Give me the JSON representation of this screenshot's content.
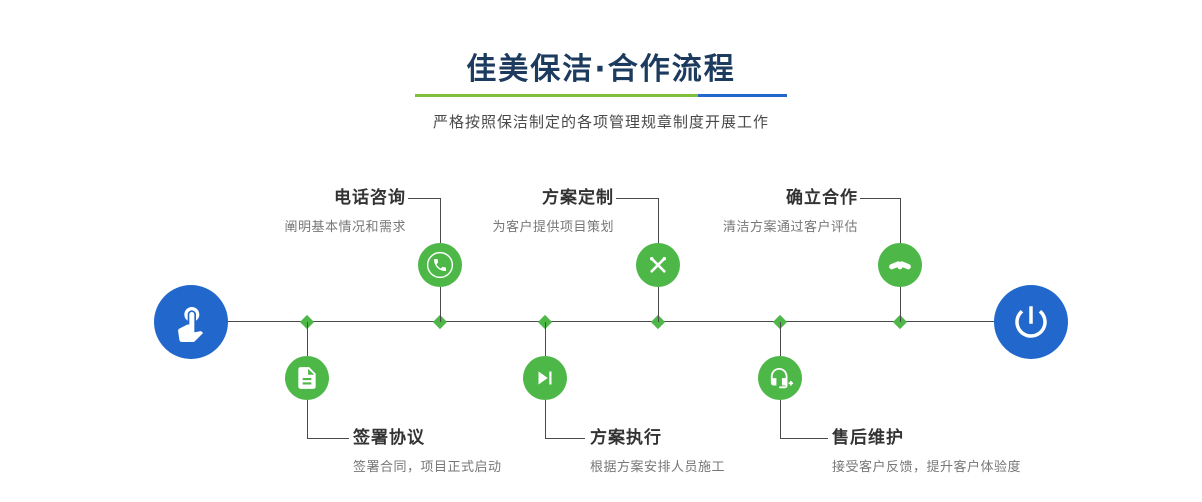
{
  "header": {
    "title": "佳美保洁·合作流程",
    "subtitle": "严格按照保洁制定的各项管理规章制度开展工作"
  },
  "colors": {
    "title_navy": "#1c3b5e",
    "divider_green": "#7fbf3c",
    "accent_blue": "#2268cc",
    "node_green": "#4db848",
    "line_gray": "#4a4a4a",
    "step_title": "#333333",
    "step_desc": "#777777"
  },
  "timeline": {
    "start_node": {
      "icon": "hand-pointer-icon"
    },
    "end_node": {
      "icon": "power-icon"
    },
    "steps_top": [
      {
        "title": "电话咨询",
        "desc": "阐明基本情况和需求",
        "icon": "phone-icon"
      },
      {
        "title": "方案定制",
        "desc": "为客户提供项目策划",
        "icon": "design-tools-icon"
      },
      {
        "title": "确立合作",
        "desc": "清洁方案通过客户评估",
        "icon": "handshake-icon"
      }
    ],
    "steps_bottom": [
      {
        "title": "签署协议",
        "desc": "签署合同，项目正式启动",
        "icon": "document-icon"
      },
      {
        "title": "方案执行",
        "desc": "根据方案安排人员施工",
        "icon": "play-next-icon"
      },
      {
        "title": "售后维护",
        "desc": "接受客户反馈，提升客户体验度",
        "icon": "headset-plus-icon"
      }
    ]
  }
}
